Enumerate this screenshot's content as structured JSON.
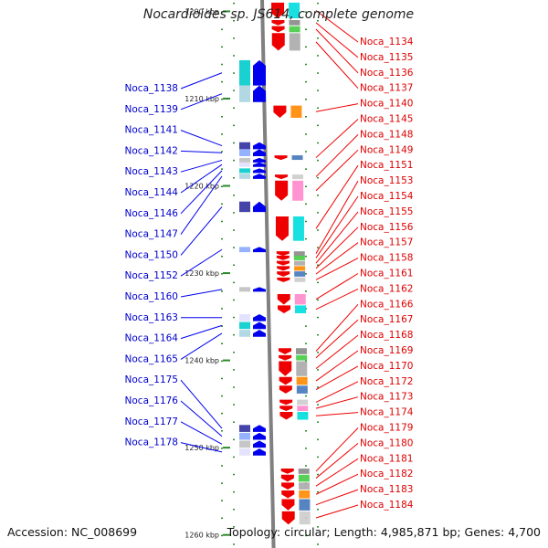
{
  "title": "Nocardioides sp. JS614, complete genome",
  "accession": "Accession: NC_008699",
  "stats": "Topology: circular; Length: 4,985,871 bp; Genes: 4,700",
  "colors": {
    "forward": "#0000ee",
    "reverse": "#ee0000",
    "axis": "#808080",
    "tick": "#2a8a2a"
  },
  "scale": {
    "start_kbp": 1198.7,
    "end_kbp": 1261.5,
    "unit": "kbp"
  },
  "kbp_marks": [
    {
      "kbp": 1200,
      "label": "1200 kbp"
    },
    {
      "kbp": 1210,
      "label": "1210 kbp"
    },
    {
      "kbp": 1220,
      "label": "1220 kbp"
    },
    {
      "kbp": 1230,
      "label": "1230 kbp"
    },
    {
      "kbp": 1240,
      "label": "1240 kbp"
    },
    {
      "kbp": 1250,
      "label": "1250 kbp"
    },
    {
      "kbp": 1260,
      "label": "1260 kbp"
    }
  ],
  "forward_genes": [
    {
      "name": "Noca_1138",
      "start": 1205.6,
      "end": 1208.5
    },
    {
      "name": "Noca_1139",
      "start": 1208.5,
      "end": 1210.4
    },
    {
      "name": "Noca_1141",
      "start": 1215.0,
      "end": 1215.8
    },
    {
      "name": "Noca_1142",
      "start": 1215.8,
      "end": 1216.6
    },
    {
      "name": "Noca_1143",
      "start": 1216.8,
      "end": 1217.2
    },
    {
      "name": "Noca_1144",
      "start": 1217.3,
      "end": 1217.8
    },
    {
      "name": "Noca_1146",
      "start": 1218.0,
      "end": 1218.5
    },
    {
      "name": "Noca_1147",
      "start": 1218.6,
      "end": 1219.2
    },
    {
      "name": "Noca_1150",
      "start": 1221.8,
      "end": 1223.0
    },
    {
      "name": "Noca_1152",
      "start": 1227.0,
      "end": 1227.6
    },
    {
      "name": "Noca_1160",
      "start": 1231.6,
      "end": 1232.0
    },
    {
      "name": "Noca_1163",
      "start": 1234.7,
      "end": 1235.5
    },
    {
      "name": "Noca_1164",
      "start": 1235.6,
      "end": 1236.4
    },
    {
      "name": "Noca_1165",
      "start": 1236.5,
      "end": 1237.3
    },
    {
      "name": "Noca_1175",
      "start": 1247.4,
      "end": 1248.2
    },
    {
      "name": "Noca_1176",
      "start": 1248.3,
      "end": 1249.1
    },
    {
      "name": "Noca_1177",
      "start": 1249.2,
      "end": 1250.0
    },
    {
      "name": "Noca_1178",
      "start": 1250.1,
      "end": 1250.9
    }
  ],
  "reverse_genes": [
    {
      "name": "Noca_1134",
      "start": 1199.0,
      "end": 1200.8
    },
    {
      "name": "Noca_1135",
      "start": 1201.0,
      "end": 1201.6
    },
    {
      "name": "Noca_1136",
      "start": 1201.7,
      "end": 1202.4
    },
    {
      "name": "Noca_1137",
      "start": 1202.5,
      "end": 1204.5
    },
    {
      "name": "Noca_1140",
      "start": 1210.8,
      "end": 1212.2
    },
    {
      "name": "Noca_1145",
      "start": 1216.5,
      "end": 1217.0
    },
    {
      "name": "Noca_1148",
      "start": 1218.7,
      "end": 1219.2
    },
    {
      "name": "Noca_1149",
      "start": 1219.4,
      "end": 1221.7
    },
    {
      "name": "Noca_1151",
      "start": 1223.5,
      "end": 1226.3
    },
    {
      "name": "Noca_1153",
      "start": 1227.5,
      "end": 1228.0
    },
    {
      "name": "Noca_1154",
      "start": 1228.0,
      "end": 1228.5
    },
    {
      "name": "Noca_1155",
      "start": 1228.6,
      "end": 1229.1
    },
    {
      "name": "Noca_1156",
      "start": 1229.2,
      "end": 1229.7
    },
    {
      "name": "Noca_1157",
      "start": 1229.8,
      "end": 1230.4
    },
    {
      "name": "Noca_1158",
      "start": 1230.5,
      "end": 1231.0
    },
    {
      "name": "Noca_1161",
      "start": 1232.4,
      "end": 1233.6
    },
    {
      "name": "Noca_1162",
      "start": 1233.7,
      "end": 1234.6
    },
    {
      "name": "Noca_1166",
      "start": 1238.6,
      "end": 1239.3
    },
    {
      "name": "Noca_1167",
      "start": 1239.4,
      "end": 1240.0
    },
    {
      "name": "Noca_1168",
      "start": 1240.1,
      "end": 1241.8
    },
    {
      "name": "Noca_1169",
      "start": 1241.9,
      "end": 1242.8
    },
    {
      "name": "Noca_1170",
      "start": 1242.9,
      "end": 1243.8
    },
    {
      "name": "Noca_1172",
      "start": 1244.5,
      "end": 1245.1
    },
    {
      "name": "Noca_1173",
      "start": 1245.2,
      "end": 1245.8
    },
    {
      "name": "Noca_1174",
      "start": 1245.9,
      "end": 1246.8
    },
    {
      "name": "Noca_1179",
      "start": 1252.4,
      "end": 1253.0
    },
    {
      "name": "Noca_1180",
      "start": 1253.1,
      "end": 1253.9
    },
    {
      "name": "Noca_1181",
      "start": 1254.0,
      "end": 1254.8
    },
    {
      "name": "Noca_1182",
      "start": 1254.9,
      "end": 1255.8
    },
    {
      "name": "Noca_1183",
      "start": 1255.9,
      "end": 1257.2
    },
    {
      "name": "Noca_1184",
      "start": 1257.3,
      "end": 1258.8
    }
  ]
}
